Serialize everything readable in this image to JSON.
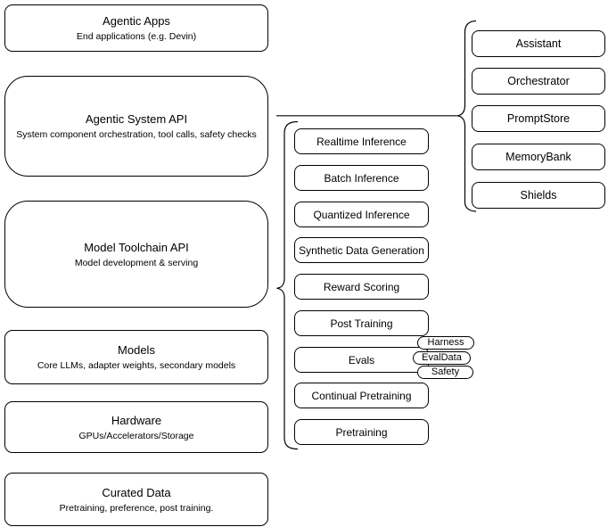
{
  "diagram": {
    "layers": [
      {
        "title": "Agentic Apps",
        "subtitle": "End applications (e.g. Devin)"
      },
      {
        "title": "Agentic System API",
        "subtitle": "System component orchestration, tool calls, safety checks"
      },
      {
        "title": "Model Toolchain API",
        "subtitle": "Model development & serving"
      },
      {
        "title": "Models",
        "subtitle": "Core LLMs, adapter weights, secondary models"
      },
      {
        "title": "Hardware",
        "subtitle": "GPUs/Accelerators/Storage"
      },
      {
        "title": "Curated Data",
        "subtitle": "Pretraining, preference, post training."
      }
    ],
    "toolchain_nodes": [
      "Realtime Inference",
      "Batch Inference",
      "Quantized Inference",
      "Synthetic Data Generation",
      "Reward Scoring",
      "Post Training",
      "Evals",
      "Continual Pretraining",
      "Pretraining"
    ],
    "eval_tags": [
      "Harness",
      "EvalData",
      "Safety"
    ],
    "system_components": [
      "Assistant",
      "Orchestrator",
      "PromptStore",
      "MemoryBank",
      "Shields"
    ],
    "colors": {
      "stroke": "#000000",
      "fill": "#ffffff",
      "text": "#000000"
    }
  }
}
